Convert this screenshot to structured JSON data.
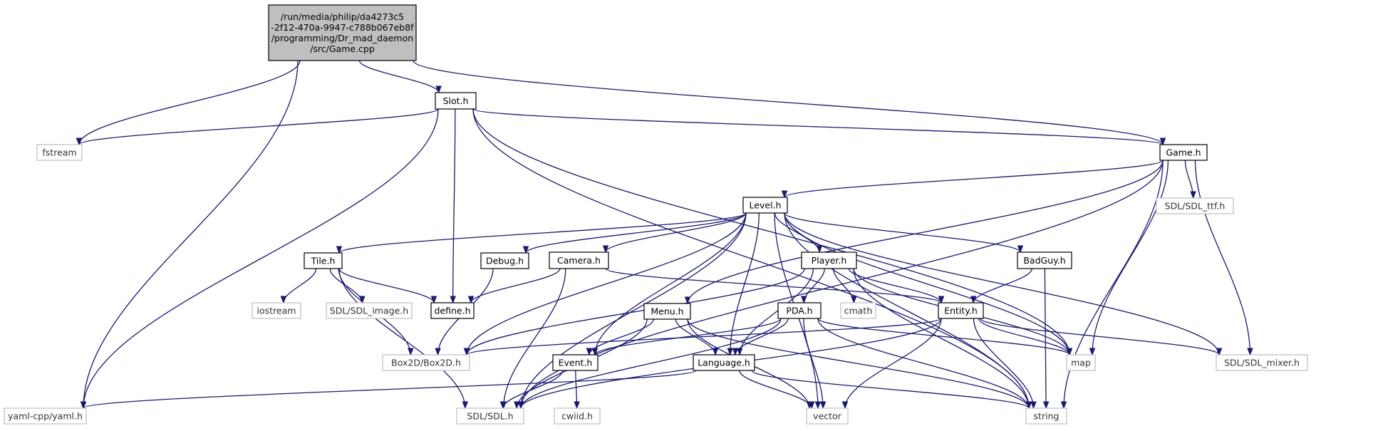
{
  "graph": {
    "colors": {
      "edge": "#191970",
      "root_fill": "#bfbfbf",
      "node_border": "#000000",
      "external_border": "#bfbfbf"
    },
    "nodes": [
      {
        "id": "root",
        "kind": "root",
        "lines": [
          "/run/media/philip/da4273c5",
          "-2f12-470a-9947-c788b067eb8f",
          "/programming/Dr_mad_daemon",
          "/src/Game.cpp"
        ]
      },
      {
        "id": "slot",
        "kind": "local",
        "lines": [
          "Slot.h"
        ]
      },
      {
        "id": "fstream",
        "kind": "external",
        "lines": [
          "fstream"
        ]
      },
      {
        "id": "game",
        "kind": "local",
        "lines": [
          "Game.h"
        ]
      },
      {
        "id": "sdl_ttf",
        "kind": "external",
        "lines": [
          "SDL/SDL_ttf.h"
        ]
      },
      {
        "id": "level",
        "kind": "local",
        "lines": [
          "Level.h"
        ]
      },
      {
        "id": "tile",
        "kind": "local",
        "lines": [
          "Tile.h"
        ]
      },
      {
        "id": "debug",
        "kind": "local",
        "lines": [
          "Debug.h"
        ]
      },
      {
        "id": "camera",
        "kind": "local",
        "lines": [
          "Camera.h"
        ]
      },
      {
        "id": "player",
        "kind": "local",
        "lines": [
          "Player.h"
        ]
      },
      {
        "id": "badguy",
        "kind": "local",
        "lines": [
          "BadGuy.h"
        ]
      },
      {
        "id": "iostream",
        "kind": "external",
        "lines": [
          "iostream"
        ]
      },
      {
        "id": "sdl_image",
        "kind": "external",
        "lines": [
          "SDL/SDL_image.h"
        ]
      },
      {
        "id": "define",
        "kind": "local",
        "lines": [
          "define.h"
        ]
      },
      {
        "id": "cmath",
        "kind": "external",
        "lines": [
          "cmath"
        ]
      },
      {
        "id": "menu",
        "kind": "local",
        "lines": [
          "Menu.h"
        ]
      },
      {
        "id": "pda",
        "kind": "local",
        "lines": [
          "PDA.h"
        ]
      },
      {
        "id": "entity",
        "kind": "local",
        "lines": [
          "Entity.h"
        ]
      },
      {
        "id": "box2d",
        "kind": "external",
        "lines": [
          "Box2D/Box2D.h"
        ]
      },
      {
        "id": "event",
        "kind": "local",
        "lines": [
          "Event.h"
        ]
      },
      {
        "id": "language",
        "kind": "local",
        "lines": [
          "Language.h"
        ]
      },
      {
        "id": "map",
        "kind": "external",
        "lines": [
          "map"
        ]
      },
      {
        "id": "sdl_mixer",
        "kind": "external",
        "lines": [
          "SDL/SDL_mixer.h"
        ]
      },
      {
        "id": "yaml",
        "kind": "external",
        "lines": [
          "yaml-cpp/yaml.h"
        ]
      },
      {
        "id": "sdl",
        "kind": "external",
        "lines": [
          "SDL/SDL.h"
        ]
      },
      {
        "id": "cwiid",
        "kind": "external",
        "lines": [
          "cwiid.h"
        ]
      },
      {
        "id": "vector",
        "kind": "external",
        "lines": [
          "vector"
        ]
      },
      {
        "id": "string",
        "kind": "external",
        "lines": [
          "string"
        ]
      }
    ],
    "edges": [
      [
        "root",
        "slot"
      ],
      [
        "root",
        "fstream"
      ],
      [
        "root",
        "game"
      ],
      [
        "root",
        "yaml"
      ],
      [
        "slot",
        "fstream"
      ],
      [
        "slot",
        "game"
      ],
      [
        "slot",
        "define"
      ],
      [
        "slot",
        "yaml"
      ],
      [
        "slot",
        "map"
      ],
      [
        "slot",
        "string"
      ],
      [
        "game",
        "level"
      ],
      [
        "game",
        "menu"
      ],
      [
        "game",
        "sdl_ttf"
      ],
      [
        "game",
        "sdl"
      ],
      [
        "game",
        "map"
      ],
      [
        "game",
        "sdl_mixer"
      ],
      [
        "game",
        "string"
      ],
      [
        "level",
        "tile"
      ],
      [
        "level",
        "debug"
      ],
      [
        "level",
        "camera"
      ],
      [
        "level",
        "player"
      ],
      [
        "level",
        "badguy"
      ],
      [
        "level",
        "event"
      ],
      [
        "level",
        "language"
      ],
      [
        "level",
        "vector"
      ],
      [
        "level",
        "map"
      ],
      [
        "level",
        "string"
      ],
      [
        "level",
        "sdl_mixer"
      ],
      [
        "level",
        "box2d"
      ],
      [
        "level",
        "sdl"
      ],
      [
        "tile",
        "iostream"
      ],
      [
        "tile",
        "sdl_image"
      ],
      [
        "tile",
        "define"
      ],
      [
        "tile",
        "box2d"
      ],
      [
        "tile",
        "sdl"
      ],
      [
        "debug",
        "box2d"
      ],
      [
        "camera",
        "define"
      ],
      [
        "camera",
        "sdl"
      ],
      [
        "camera",
        "entity"
      ],
      [
        "player",
        "pda"
      ],
      [
        "player",
        "cmath"
      ],
      [
        "player",
        "entity"
      ],
      [
        "player",
        "box2d"
      ],
      [
        "player",
        "language"
      ],
      [
        "player",
        "map"
      ],
      [
        "player",
        "string"
      ],
      [
        "badguy",
        "entity"
      ],
      [
        "badguy",
        "string"
      ],
      [
        "menu",
        "event"
      ],
      [
        "menu",
        "language"
      ],
      [
        "menu",
        "sdl"
      ],
      [
        "menu",
        "vector"
      ],
      [
        "menu",
        "string"
      ],
      [
        "pda",
        "event"
      ],
      [
        "pda",
        "language"
      ],
      [
        "pda",
        "sdl"
      ],
      [
        "pda",
        "vector"
      ],
      [
        "pda",
        "map"
      ],
      [
        "pda",
        "string"
      ],
      [
        "entity",
        "box2d"
      ],
      [
        "entity",
        "map"
      ],
      [
        "entity",
        "sdl_mixer"
      ],
      [
        "entity",
        "string"
      ],
      [
        "entity",
        "vector"
      ],
      [
        "entity",
        "sdl"
      ],
      [
        "event",
        "sdl"
      ],
      [
        "event",
        "cwiid"
      ],
      [
        "language",
        "yaml"
      ],
      [
        "language",
        "vector"
      ],
      [
        "language",
        "string"
      ]
    ]
  }
}
